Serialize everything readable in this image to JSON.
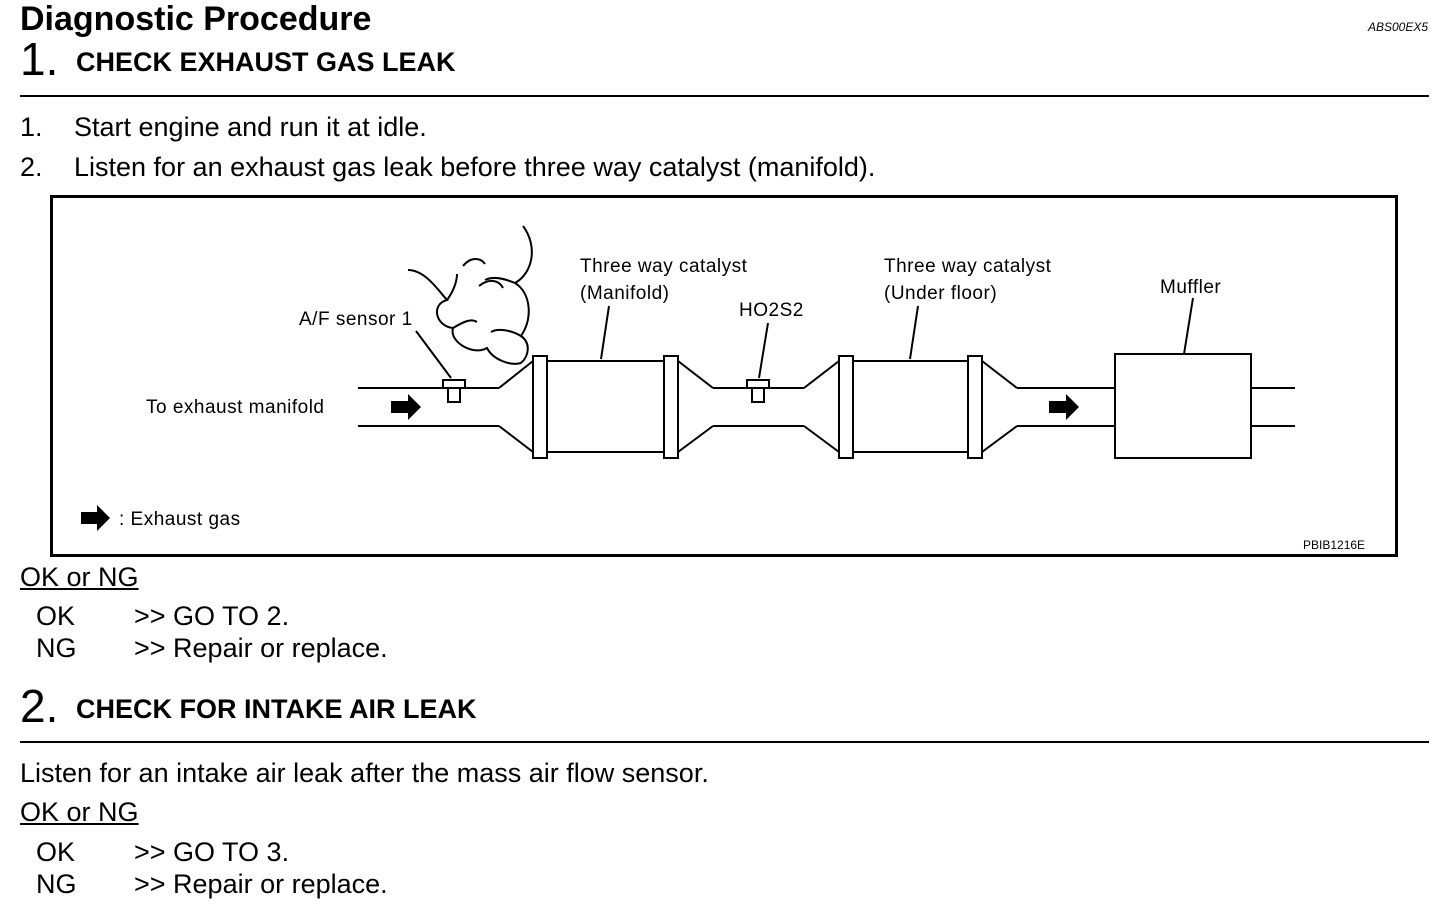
{
  "header": {
    "title": "Diagnostic Procedure",
    "code": "ABS00EX5"
  },
  "step1": {
    "number": "1.",
    "label": "CHECK EXHAUST GAS LEAK",
    "instructions": [
      {
        "num": "1.",
        "text": "Start engine and run it at idle."
      },
      {
        "num": "2.",
        "text": "Listen for an exhaust gas leak before three way catalyst (manifold)."
      }
    ],
    "okng": "OK or NG",
    "results": [
      {
        "key": "OK",
        "value": ">> GO TO 2."
      },
      {
        "key": "NG",
        "value": ">> Repair or replace."
      }
    ]
  },
  "diagram": {
    "labels": {
      "af_sensor": "A/F sensor 1",
      "to_manifold": "To exhaust manifold",
      "twc_manifold_1": "Three way catalyst",
      "twc_manifold_2": "(Manifold)",
      "ho2s2": "HO2S2",
      "twc_under_1": "Three way catalyst",
      "twc_under_2": "(Under floor)",
      "muffler": "Muffler",
      "legend": ": Exhaust gas",
      "figure_code": "PBIB1216E"
    }
  },
  "step2": {
    "number": "2.",
    "label": "CHECK FOR INTAKE AIR LEAK",
    "text": "Listen for an intake air leak after the mass air flow sensor.",
    "okng": "OK or NG",
    "results": [
      {
        "key": "OK",
        "value": ">> GO TO 3."
      },
      {
        "key": "NG",
        "value": ">> Repair or replace."
      }
    ]
  }
}
